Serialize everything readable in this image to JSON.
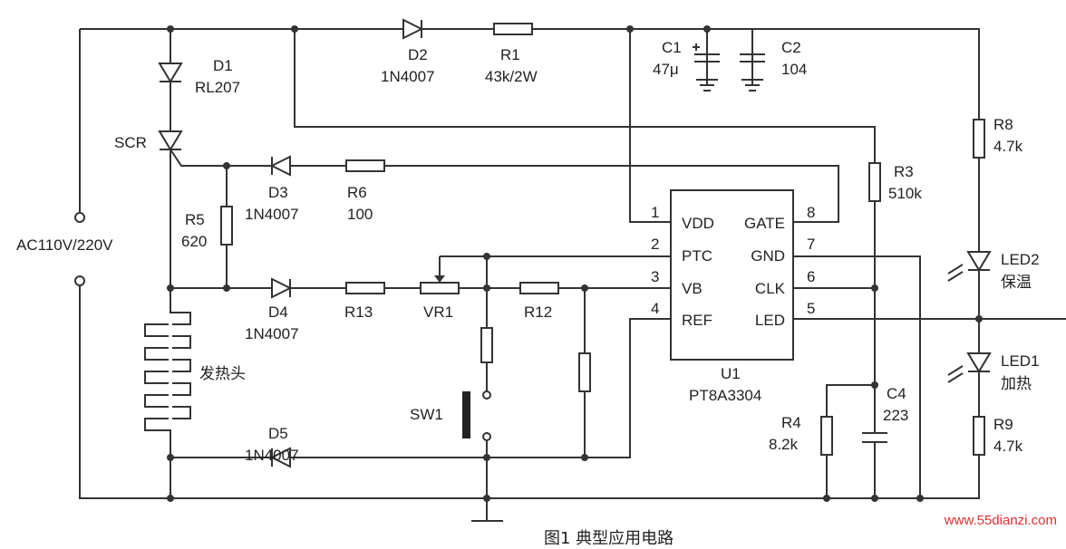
{
  "title_caption": "图1 典型应用电路",
  "watermark": "www.55dianzi.com",
  "supply": "AC110V/220V",
  "components": {
    "D1": {
      "name": "D1",
      "value": "RL207"
    },
    "SCR": {
      "name": "SCR"
    },
    "D2": {
      "name": "D2",
      "value": "1N4007"
    },
    "R1": {
      "name": "R1",
      "value": "43k/2W"
    },
    "C1": {
      "name": "C1",
      "value": "47μ"
    },
    "C2": {
      "name": "C2",
      "value": "104"
    },
    "R8": {
      "name": "R8",
      "value": "4.7k"
    },
    "R3": {
      "name": "R3",
      "value": "510k"
    },
    "D3": {
      "name": "D3",
      "value": "1N4007"
    },
    "R6": {
      "name": "R6",
      "value": "100"
    },
    "R5": {
      "name": "R5",
      "value": "620"
    },
    "D4": {
      "name": "D4",
      "value": "1N4007"
    },
    "R13": {
      "name": "R13"
    },
    "VR1": {
      "name": "VR1"
    },
    "R12": {
      "name": "R12"
    },
    "heater": {
      "name": "发热头"
    },
    "D5": {
      "name": "D5",
      "value": "1N4007"
    },
    "SW1": {
      "name": "SW1"
    },
    "U1": {
      "name": "U1",
      "value": "PT8A3304"
    },
    "R4": {
      "name": "R4",
      "value": "8.2k"
    },
    "C4": {
      "name": "C4",
      "value": "223"
    },
    "LED2": {
      "name": "LED2",
      "value": "保温"
    },
    "LED1": {
      "name": "LED1",
      "value": "加热"
    },
    "R9": {
      "name": "R9",
      "value": "4.7k"
    }
  },
  "ic_pins": {
    "left": [
      {
        "num": "1",
        "label": "VDD"
      },
      {
        "num": "2",
        "label": "PTC"
      },
      {
        "num": "3",
        "label": "VB"
      },
      {
        "num": "4",
        "label": "REF"
      }
    ],
    "right": [
      {
        "num": "8",
        "label": "GATE"
      },
      {
        "num": "7",
        "label": "GND"
      },
      {
        "num": "6",
        "label": "CLK"
      },
      {
        "num": "5",
        "label": "LED"
      }
    ]
  }
}
